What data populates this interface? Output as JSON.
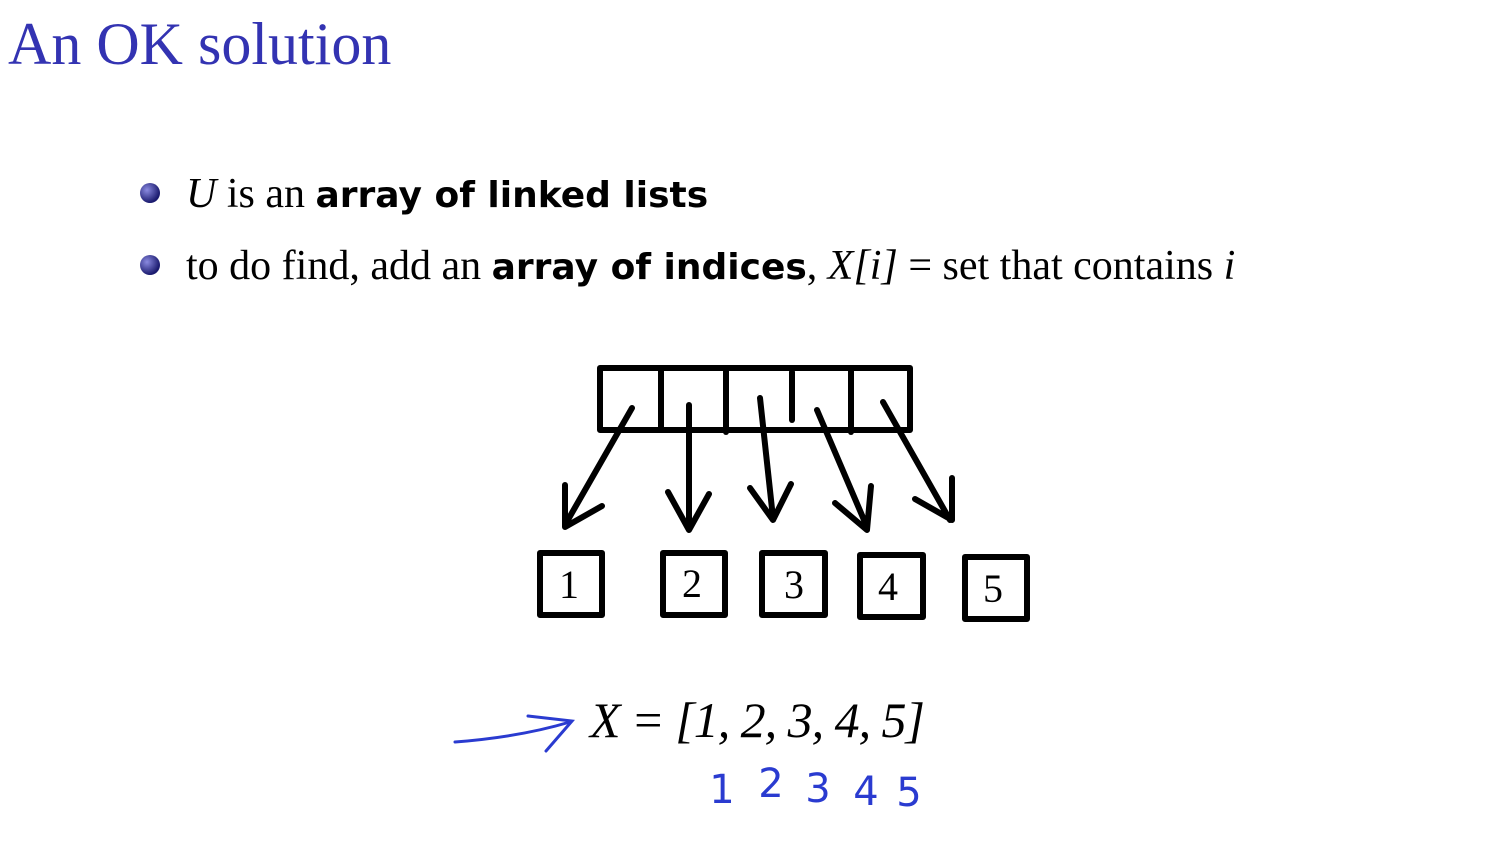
{
  "slide": {
    "title": "An OK solution",
    "bullets": [
      {
        "var": "U",
        "text1": " is an ",
        "bold": "array of linked lists"
      },
      {
        "text1": "to do find, add an ",
        "bold": "array of indices",
        "text2": ", ",
        "math": "X[i]",
        "text3": " = set that contains ",
        "var2": "i"
      }
    ]
  },
  "diagram": {
    "elements": [
      "1",
      "2",
      "3",
      "4",
      "5"
    ],
    "equation": "X = [1, 2, 3, 4, 5]",
    "handwritten_indices": [
      "1",
      "2",
      "3",
      "4",
      "5"
    ],
    "ink_color": "#2a3bd0",
    "title_color": "#3333b2"
  }
}
